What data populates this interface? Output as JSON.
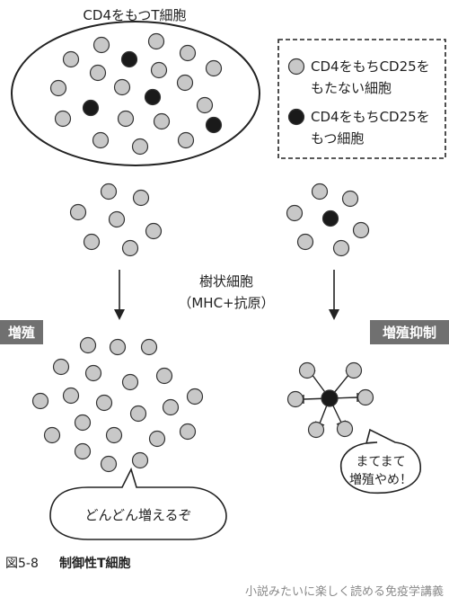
{
  "title_top": "CD4をもつT細胞",
  "legend": {
    "gray_label_line1": "CD4をもちCD25を",
    "gray_label_line2": "もたない細胞",
    "black_label_line1": "CD4をもちCD25を",
    "black_label_line2": "もつ細胞"
  },
  "center_label": {
    "line1": "樹状細胞",
    "line2": "（MHC+抗原）"
  },
  "left_tag": "増殖",
  "right_tag": "増殖抑制",
  "left_bubble": "どんどん増えるぞ",
  "right_bubble": {
    "line1": "まてまて",
    "line2": "増殖やめ！"
  },
  "figure_caption": {
    "number": "図5-8",
    "title": "制御性T細胞"
  },
  "footer": "小説みたいに楽しく読める免疫学講義",
  "colors": {
    "gray_cell": "#c8c8c8",
    "black_cell": "#1a1a1a",
    "tag_bg": "#707070"
  }
}
